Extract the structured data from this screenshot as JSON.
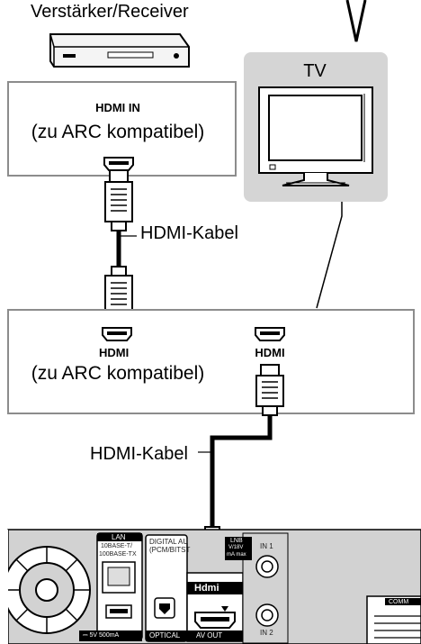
{
  "amplifier": {
    "label": "Verstärker/Receiver"
  },
  "amp_box": {
    "port_label": "HDMI IN",
    "compat_label": "(zu ARC kompatibel)"
  },
  "tv": {
    "label": "TV"
  },
  "cable1": {
    "label": "HDMI-Kabel"
  },
  "recorder_box": {
    "port1_label": "HDMI",
    "port1_compat": "(zu ARC kompatibel)",
    "port2_label": "HDMI"
  },
  "cable2": {
    "label": "HDMI-Kabel"
  },
  "rear_panel": {
    "lan_title": "LAN",
    "lan_spec1": "10BASE-T/",
    "lan_spec2": "100BASE-TX",
    "usb_label": "⎓ 5V 500mA",
    "digital_audio": "DIGITAL AU",
    "pcm_bitstream": "(PCM/BITST",
    "optical": "OPTICAL",
    "hdmi_logo": "Hdmi",
    "av_out": "AV OUT",
    "lnb1": "LNB",
    "lnb2": "V/18V",
    "lnb3": "mA max",
    "in1": "IN 1",
    "in2": "IN 2",
    "common": "COMM"
  }
}
